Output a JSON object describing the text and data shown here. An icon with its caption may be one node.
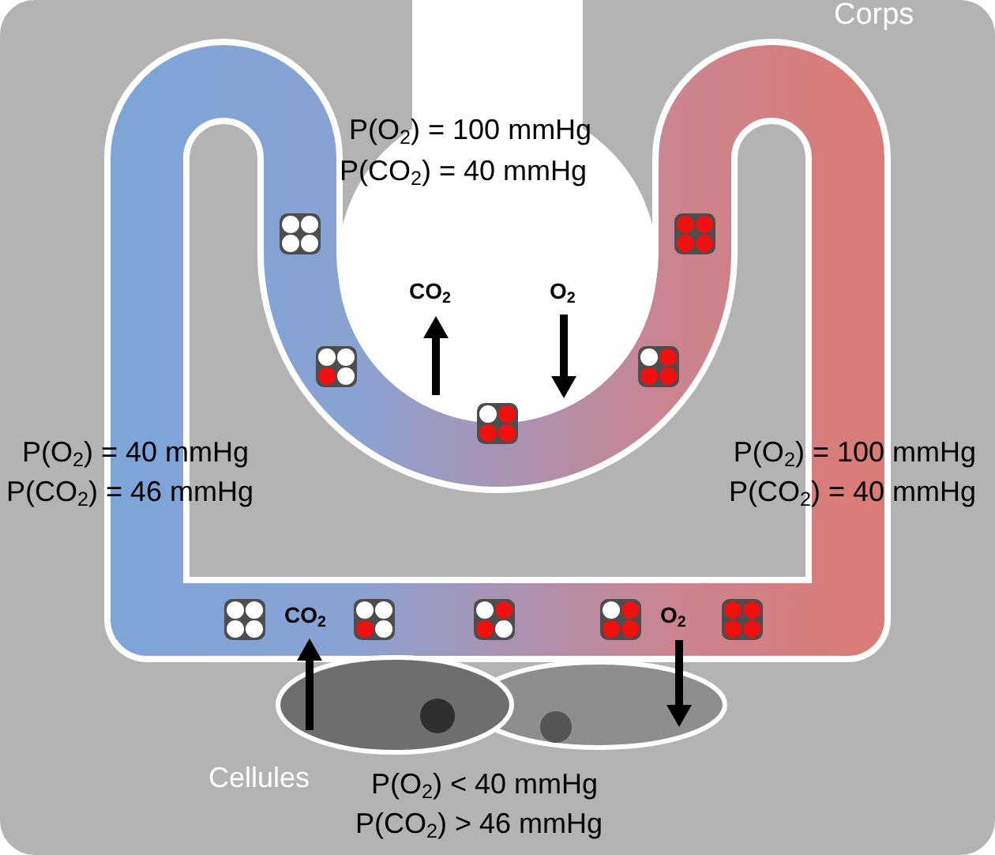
{
  "diagram": {
    "nodes": [
      {
        "text": [
          "Corps"
        ]
      },
      {
        "text": [
          "P(O$_{2}$) = 100 mmHg",
          "P(CO$_{2}$) = 40 mmHg"
        ],
        "in": 0
      },
      {
        "text": [
          "Cellules"
        ],
        "beside": [
          "P(O$_{2}$) < 40 mmHg",
          "P(CO$_{2}$) > 46 mmHg"
        ],
        "in": 0
      }
    ],
    "labels": [
      "CO$_{2}$",
      "O$_{2}$",
      "P(O$_{2}$) = 40 mmHg",
      "P(CO$_{2}$) = 46 mmHg",
      "P(O$_{2}$) = 100 mmHg",
      "P(CO$_{2}$) = 40 mmHg",
      "CO$_{2}$",
      "O$_{2}$"
    ]
  }
}
